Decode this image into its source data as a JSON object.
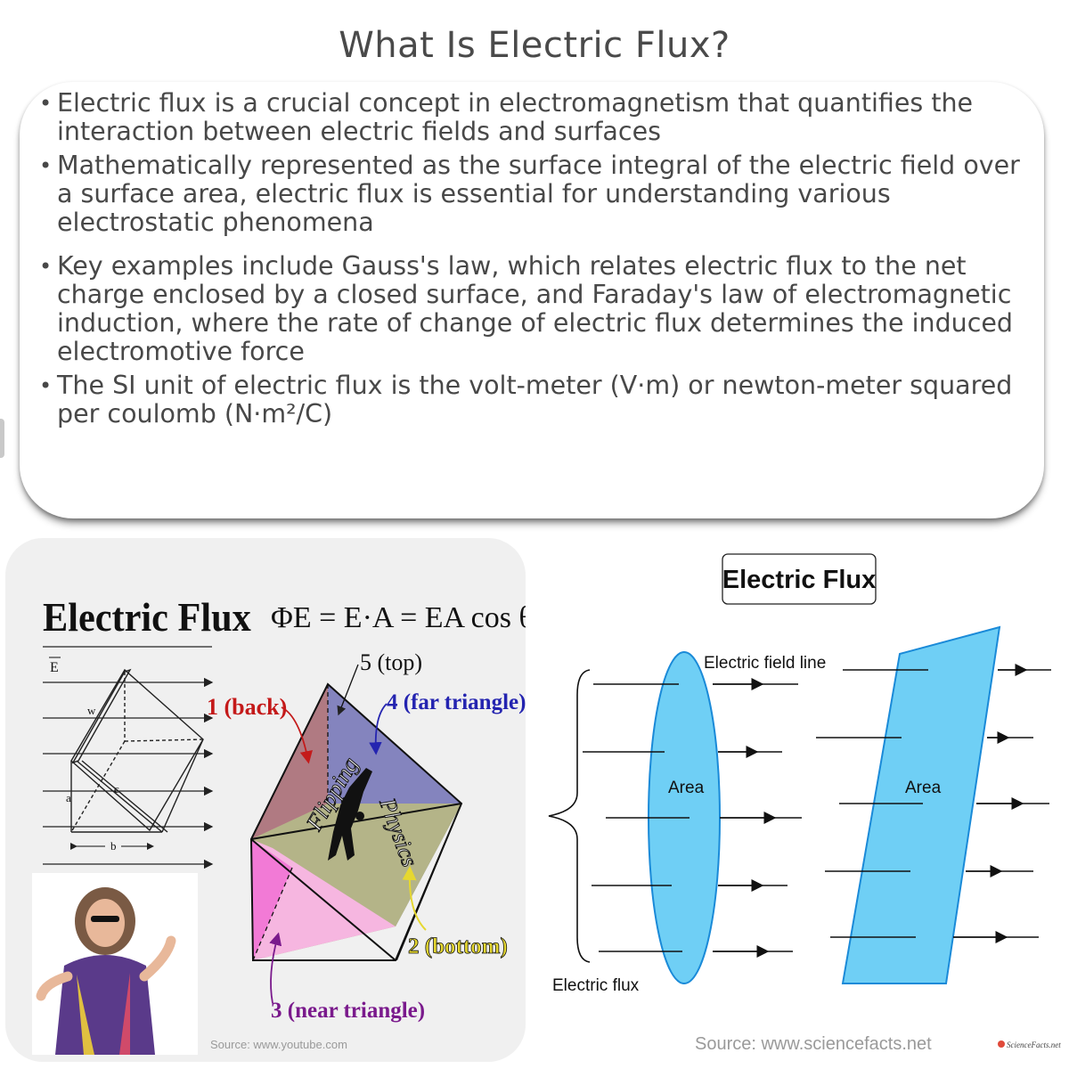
{
  "title": "What Is Electric Flux?",
  "bullets": [
    "Electric flux is a crucial concept in electromagnetism that quantifies the interaction between electric fields and surfaces",
    "Mathematically represented as the surface integral of the electric field over a surface area, electric flux is essential for understanding various electrostatic phenomena",
    "Key examples include Gauss's law, which relates electric flux to the net charge enclosed by a closed surface, and Faraday's law of electromagnetic induction, where the rate of change of electric flux determines the induced electromotive force",
    "The SI unit of electric flux is the volt-meter (V·m) or newton-meter squared per coulomb (N·m²/C)"
  ],
  "left_image": {
    "heading": "Electric Flux",
    "formula": "ΦE = E·A = EA cos θ",
    "vector_label": "E",
    "dimension_labels": [
      "w",
      "c",
      "a",
      "b"
    ],
    "face_labels": {
      "top": "5 (top)",
      "back": "1 (back)",
      "far": "4 (far triangle)",
      "bottom": "2 (bottom)",
      "near": "3 (near triangle)"
    },
    "watermark_left": "Flipping",
    "watermark_right": "Physics",
    "colors": {
      "back": "#b07a82",
      "top": "#8484be",
      "bottom": "#b4b488",
      "near_dark": "#f27ad6",
      "near_light": "#f6b6e0",
      "label_red": "#c41a1a",
      "label_blue": "#2424b0",
      "label_yellow": "#e6d830",
      "label_purple": "#7a1a8c"
    },
    "source": "Source: www.youtube.com"
  },
  "right_image": {
    "heading": "Electric Flux",
    "field_line_label": "Electric field line",
    "area_label_1": "Area",
    "area_label_2": "Area",
    "flux_label": "Electric flux",
    "surface_color": "#6fcff5",
    "source": "Source: www.sciencefacts.net",
    "logo": "ScienceFacts.net"
  }
}
